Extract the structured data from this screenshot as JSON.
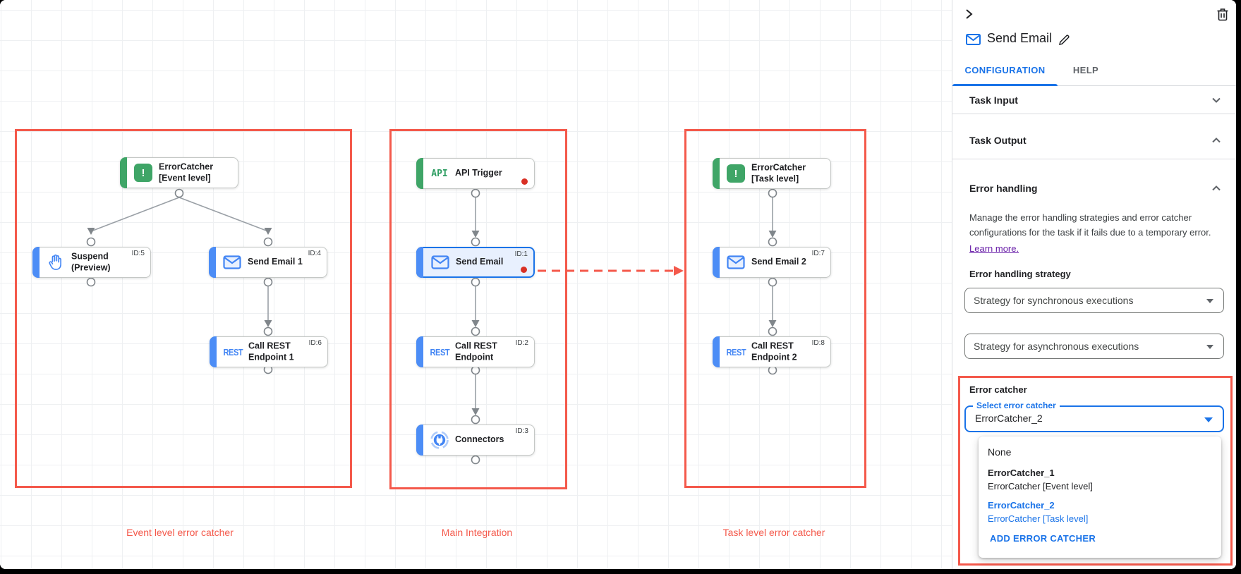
{
  "panel": {
    "title": "Send Email",
    "tabs": [
      {
        "label": "CONFIGURATION",
        "active": true
      },
      {
        "label": "HELP",
        "active": false
      }
    ],
    "sections": [
      {
        "label": "Task Input",
        "state": "collapsed"
      },
      {
        "label": "Task Output",
        "state": "expanded"
      },
      {
        "label": "Error handling",
        "state": "expanded"
      }
    ],
    "error_handling": {
      "description": "Manage the error handling strategies and error catcher configurations for the task if it fails due to a temporary error.",
      "learn_more_label": "Learn more.",
      "strategy_label": "Error handling strategy",
      "sync_select_value": "Strategy for synchronous executions",
      "async_select_value": "Strategy for asynchronous executions",
      "error_catcher_label": "Error catcher",
      "select_error_catcher_label": "Select error catcher",
      "select_error_catcher_value": "ErrorCatcher_2",
      "options": [
        {
          "label": "None",
          "sublabel": ""
        },
        {
          "label": "ErrorCatcher_1",
          "sublabel": "ErrorCatcher [Event level]"
        },
        {
          "label": "ErrorCatcher_2",
          "sublabel": "ErrorCatcher [Task level]"
        }
      ],
      "add_error_catcher_label": "ADD ERROR CATCHER"
    }
  },
  "canvas": {
    "captions": [
      "Event level error catcher",
      "Main Integration",
      "Task level error catcher"
    ],
    "nodes": [
      {
        "label": "ErrorCatcher\n[Event level]",
        "id": "",
        "icon": "error-catcher-icon"
      },
      {
        "label": "Suspend\n(Preview)",
        "id": "ID:5",
        "icon": "suspend-hand-icon"
      },
      {
        "label": "Send Email 1",
        "id": "ID:4",
        "icon": "email-icon"
      },
      {
        "label": "Call REST\nEndpoint 1",
        "id": "ID:6",
        "icon": "rest-icon"
      },
      {
        "label": "API Trigger",
        "id": "",
        "icon": "api-icon"
      },
      {
        "label": "Send Email",
        "id": "ID:1",
        "icon": "email-icon",
        "selected": true
      },
      {
        "label": "Call REST\nEndpoint",
        "id": "ID:2",
        "icon": "rest-icon"
      },
      {
        "label": "Connectors",
        "id": "ID:3",
        "icon": "connectors-icon"
      },
      {
        "label": "ErrorCatcher\n[Task level]",
        "id": "",
        "icon": "error-catcher-icon"
      },
      {
        "label": "Send Email 2",
        "id": "ID:7",
        "icon": "email-icon"
      },
      {
        "label": "Call REST\nEndpoint 2",
        "id": "ID:8",
        "icon": "rest-icon"
      }
    ],
    "rest_icon_text": "REST",
    "api_icon_text": "API",
    "error_icon_glyph": "!"
  },
  "colors": {
    "accent_blue": "#1a73e8",
    "node_bar_blue": "#4c8df6",
    "node_bar_green": "#3fa567",
    "annotation_red": "#f4594b",
    "error_dot_red": "#d93025",
    "link_purple": "#681da8"
  }
}
